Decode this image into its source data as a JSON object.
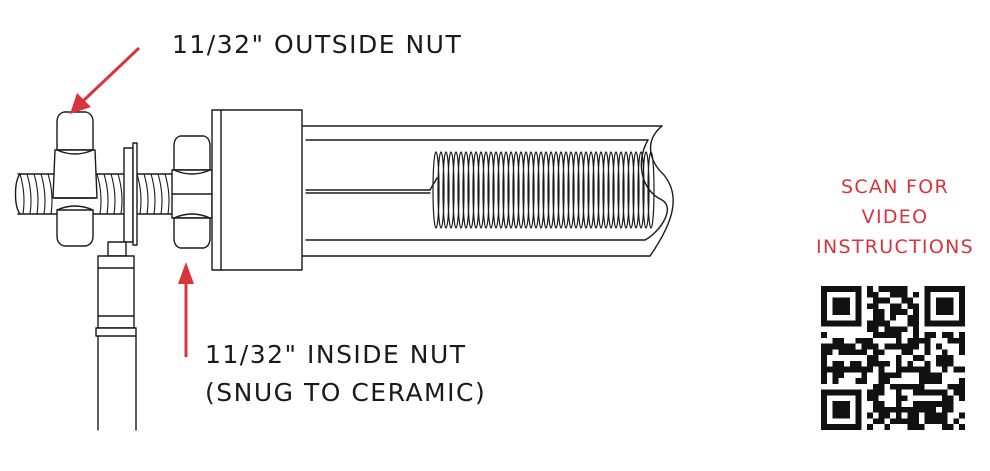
{
  "labels": {
    "outside_nut": "11/32\" OUTSIDE NUT",
    "inside_nut_line1": "11/32\" INSIDE NUT",
    "inside_nut_line2": "(SNUG TO CERAMIC)"
  },
  "scan": {
    "line1": "SCAN FOR",
    "line2": "VIDEO",
    "line3": "INSTRUCTIONS"
  },
  "colors": {
    "arrow": "#d9343c",
    "scan_text": "#d9343c",
    "line": "#1a1a1a"
  },
  "icons": {
    "qr": "qr-code-icon",
    "arrow": "arrow-icon"
  }
}
